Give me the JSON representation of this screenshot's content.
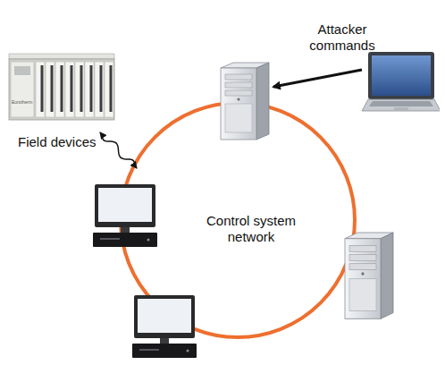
{
  "diagram": {
    "nodes": [
      {
        "text": [
          "Attacker commands"
        ]
      },
      {
        "text": [
          "Field devices"
        ]
      },
      {
        "text": [
          "Control system network"
        ]
      }
    ],
    "edges": [
      {
        "from": 0,
        "to": 2,
        "arrow": "to"
      },
      {
        "from": 1,
        "to": 2,
        "arrow": "both"
      }
    ],
    "labels": [
      "Eurotherm"
    ]
  }
}
